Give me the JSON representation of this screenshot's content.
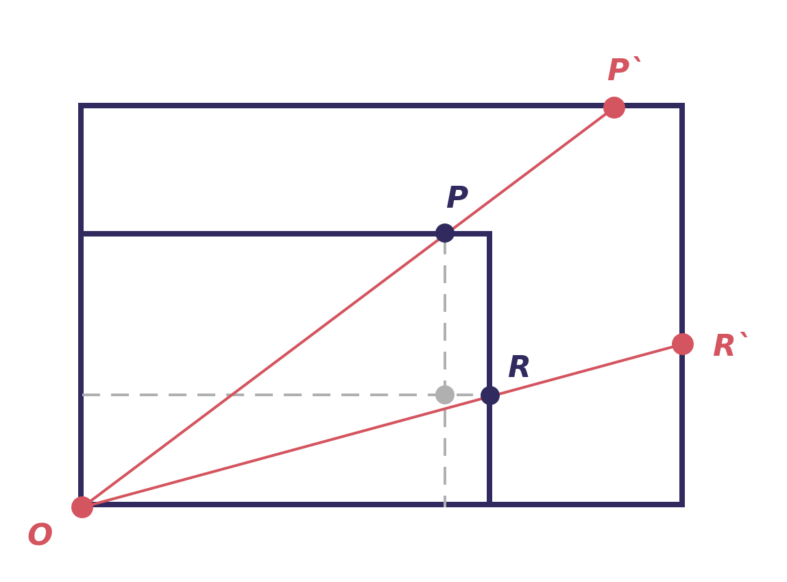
{
  "colors": {
    "frame": "#312a5e",
    "ray": "#d4545f",
    "guide": "#b0b0b0"
  },
  "labels": {
    "origin": "O",
    "p": "P",
    "p_prime": "P`",
    "r": "R",
    "r_prime": "R`"
  }
}
